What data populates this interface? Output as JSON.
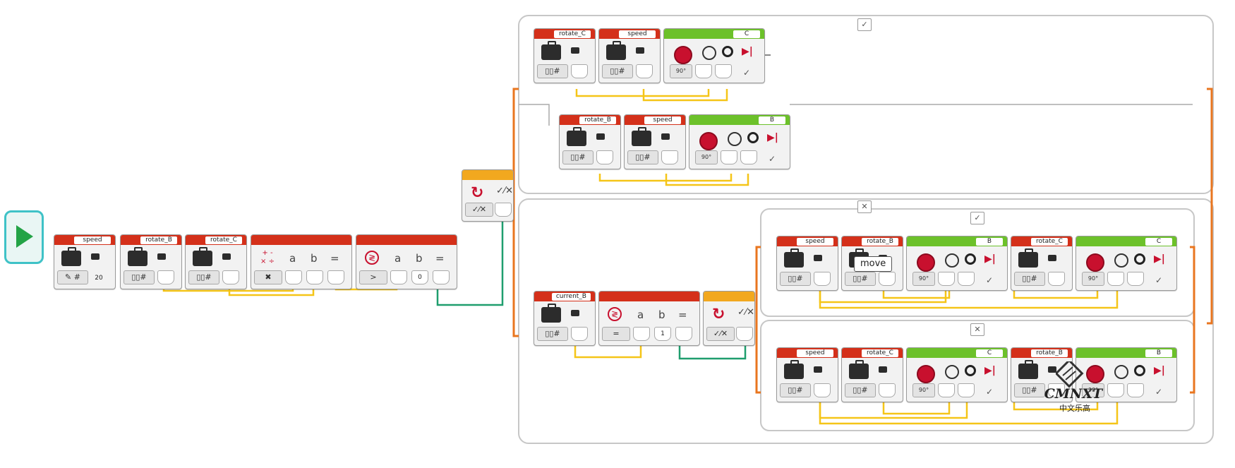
{
  "blocks": {
    "start": {},
    "var_speed_write": {
      "label": "speed",
      "value": "20"
    },
    "var_rotate_b_read": {
      "label": "rotate_B"
    },
    "var_rotate_c_read": {
      "label": "rotate_C"
    },
    "math": {
      "a": "a",
      "b": "b",
      "eq": "="
    },
    "compare_main": {
      "a": "a",
      "b": "b",
      "eq": "=",
      "op": ">",
      "value": "0"
    },
    "switch_main": {},
    "top_rotate_c": {
      "label": "rotate_C"
    },
    "top_speed_1": {
      "label": "speed"
    },
    "top_motor_c": {
      "label": "C"
    },
    "top_rotate_b": {
      "label": "rotate_B"
    },
    "top_speed_2": {
      "label": "speed"
    },
    "top_motor_b": {
      "label": "B"
    },
    "current_b": {
      "label": "current_B"
    },
    "compare_2": {
      "a": "a",
      "b": "b",
      "eq": "=",
      "op": "=",
      "value": "1"
    },
    "switch_2": {},
    "inner_a_speed": {
      "label": "speed"
    },
    "inner_a_rotate_b": {
      "label": "rotate_B"
    },
    "inner_a_motor_b": {
      "label": "B"
    },
    "inner_a_rotate_c": {
      "label": "rotate_C"
    },
    "inner_a_motor_c": {
      "label": "C"
    },
    "inner_b_speed": {
      "label": "speed"
    },
    "inner_b_rotate_c": {
      "label": "rotate_C"
    },
    "inner_b_motor_c": {
      "label": "C"
    },
    "inner_b_rotate_b": {
      "label": "rotate_B"
    },
    "inner_b_motor_b": {
      "label": "B"
    }
  },
  "tooltip": "move",
  "case_markers": {
    "true": "✓",
    "false": "✕"
  },
  "logo": {
    "text": "CMNXT",
    "sub": "中文乐高"
  },
  "colors": {
    "data_block_header": "#d4301a",
    "motor_block_header": "#6cc12a",
    "switch_header": "#f2a81f",
    "start_border": "#3fc2c7",
    "start_play": "#23a346",
    "wire_numeric": "#f5c518",
    "wire_logic": "#1f9e6e",
    "sequence_wire": "#e9761f",
    "frame_border": "#c7c7c7"
  }
}
